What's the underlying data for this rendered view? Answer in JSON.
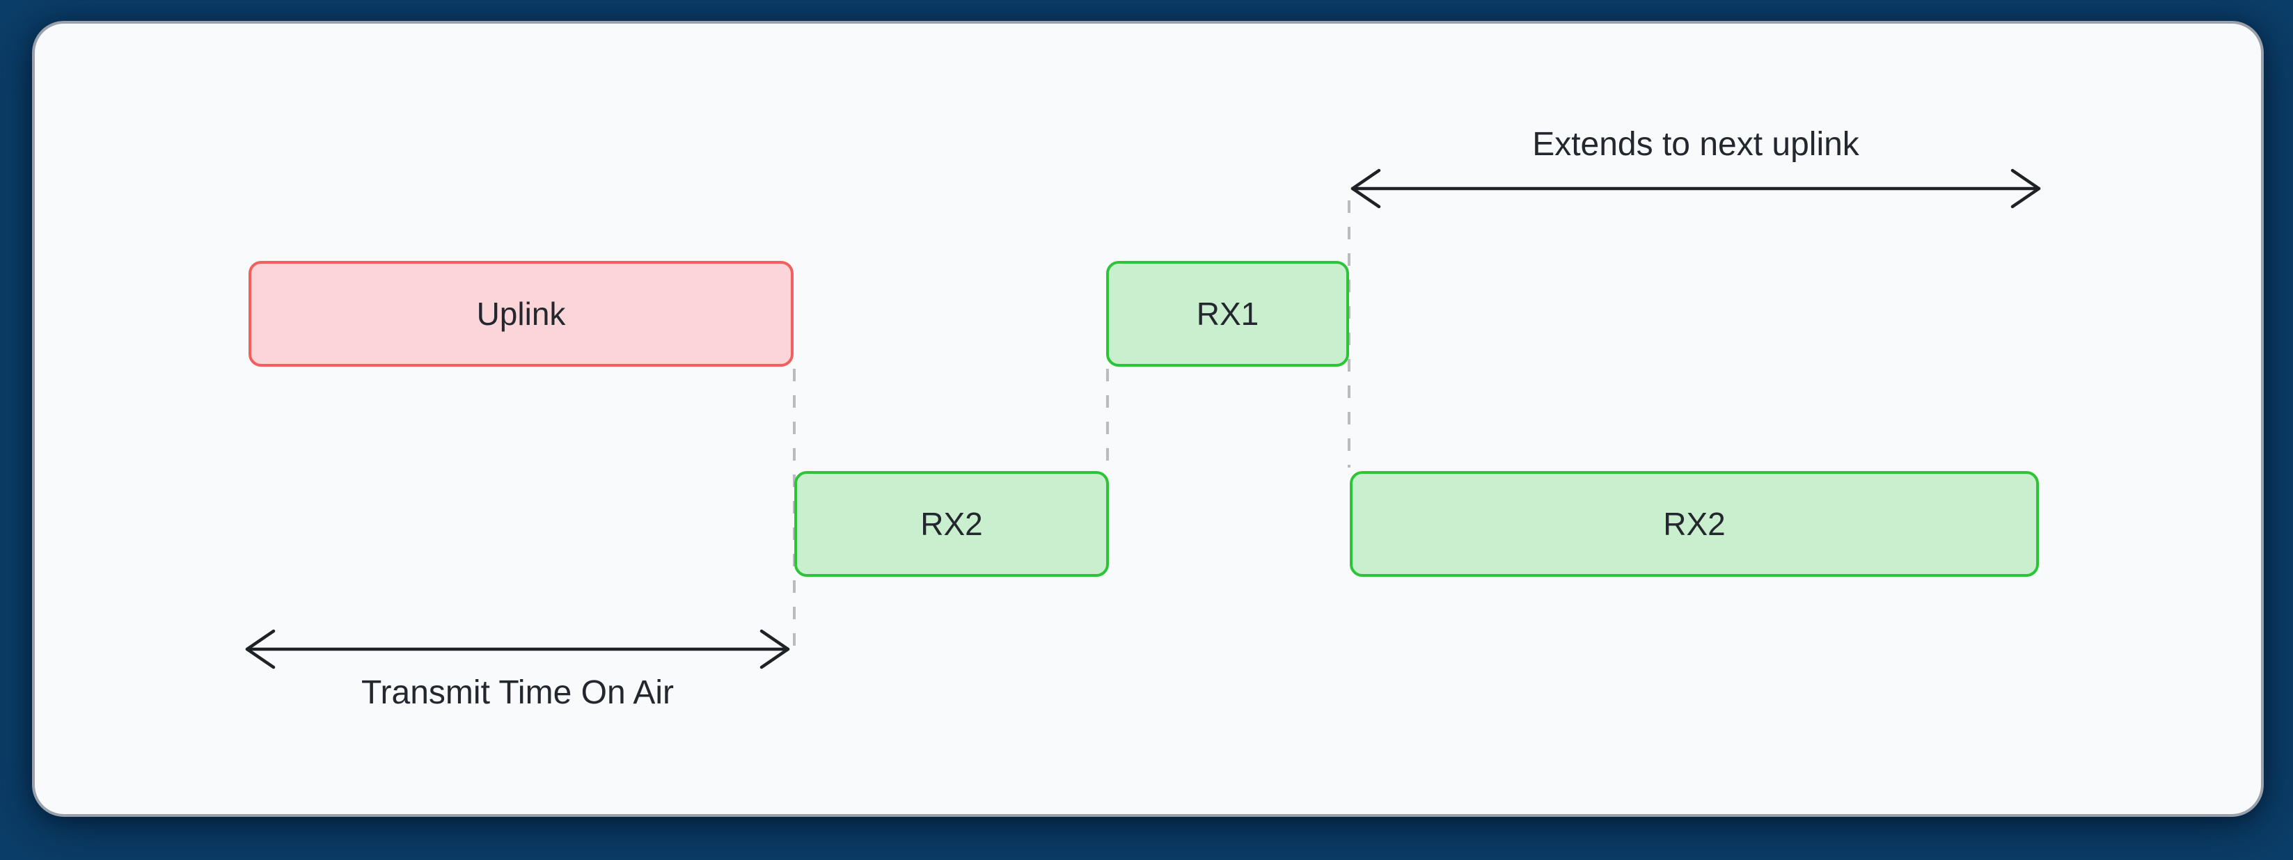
{
  "diagram": {
    "uplink": {
      "label": "Uplink"
    },
    "rx1": {
      "label": "RX1"
    },
    "rx2_first": {
      "label": "RX2"
    },
    "rx2_second": {
      "label": "RX2"
    },
    "transmit_time": {
      "label": "Transmit Time On Air"
    },
    "extends": {
      "label": "Extends to next uplink"
    }
  },
  "colors": {
    "background": "#0b3e69",
    "card_background": "#f8fafc",
    "card_border": "#9aa1ab",
    "uplink_fill": "#fbd5d7",
    "uplink_border": "#f15f5f",
    "rx_fill": "#caefce",
    "rx_border": "#2dc437",
    "dash": "#b9bcbf",
    "arrow": "#1e2227",
    "text": "#23272e"
  }
}
